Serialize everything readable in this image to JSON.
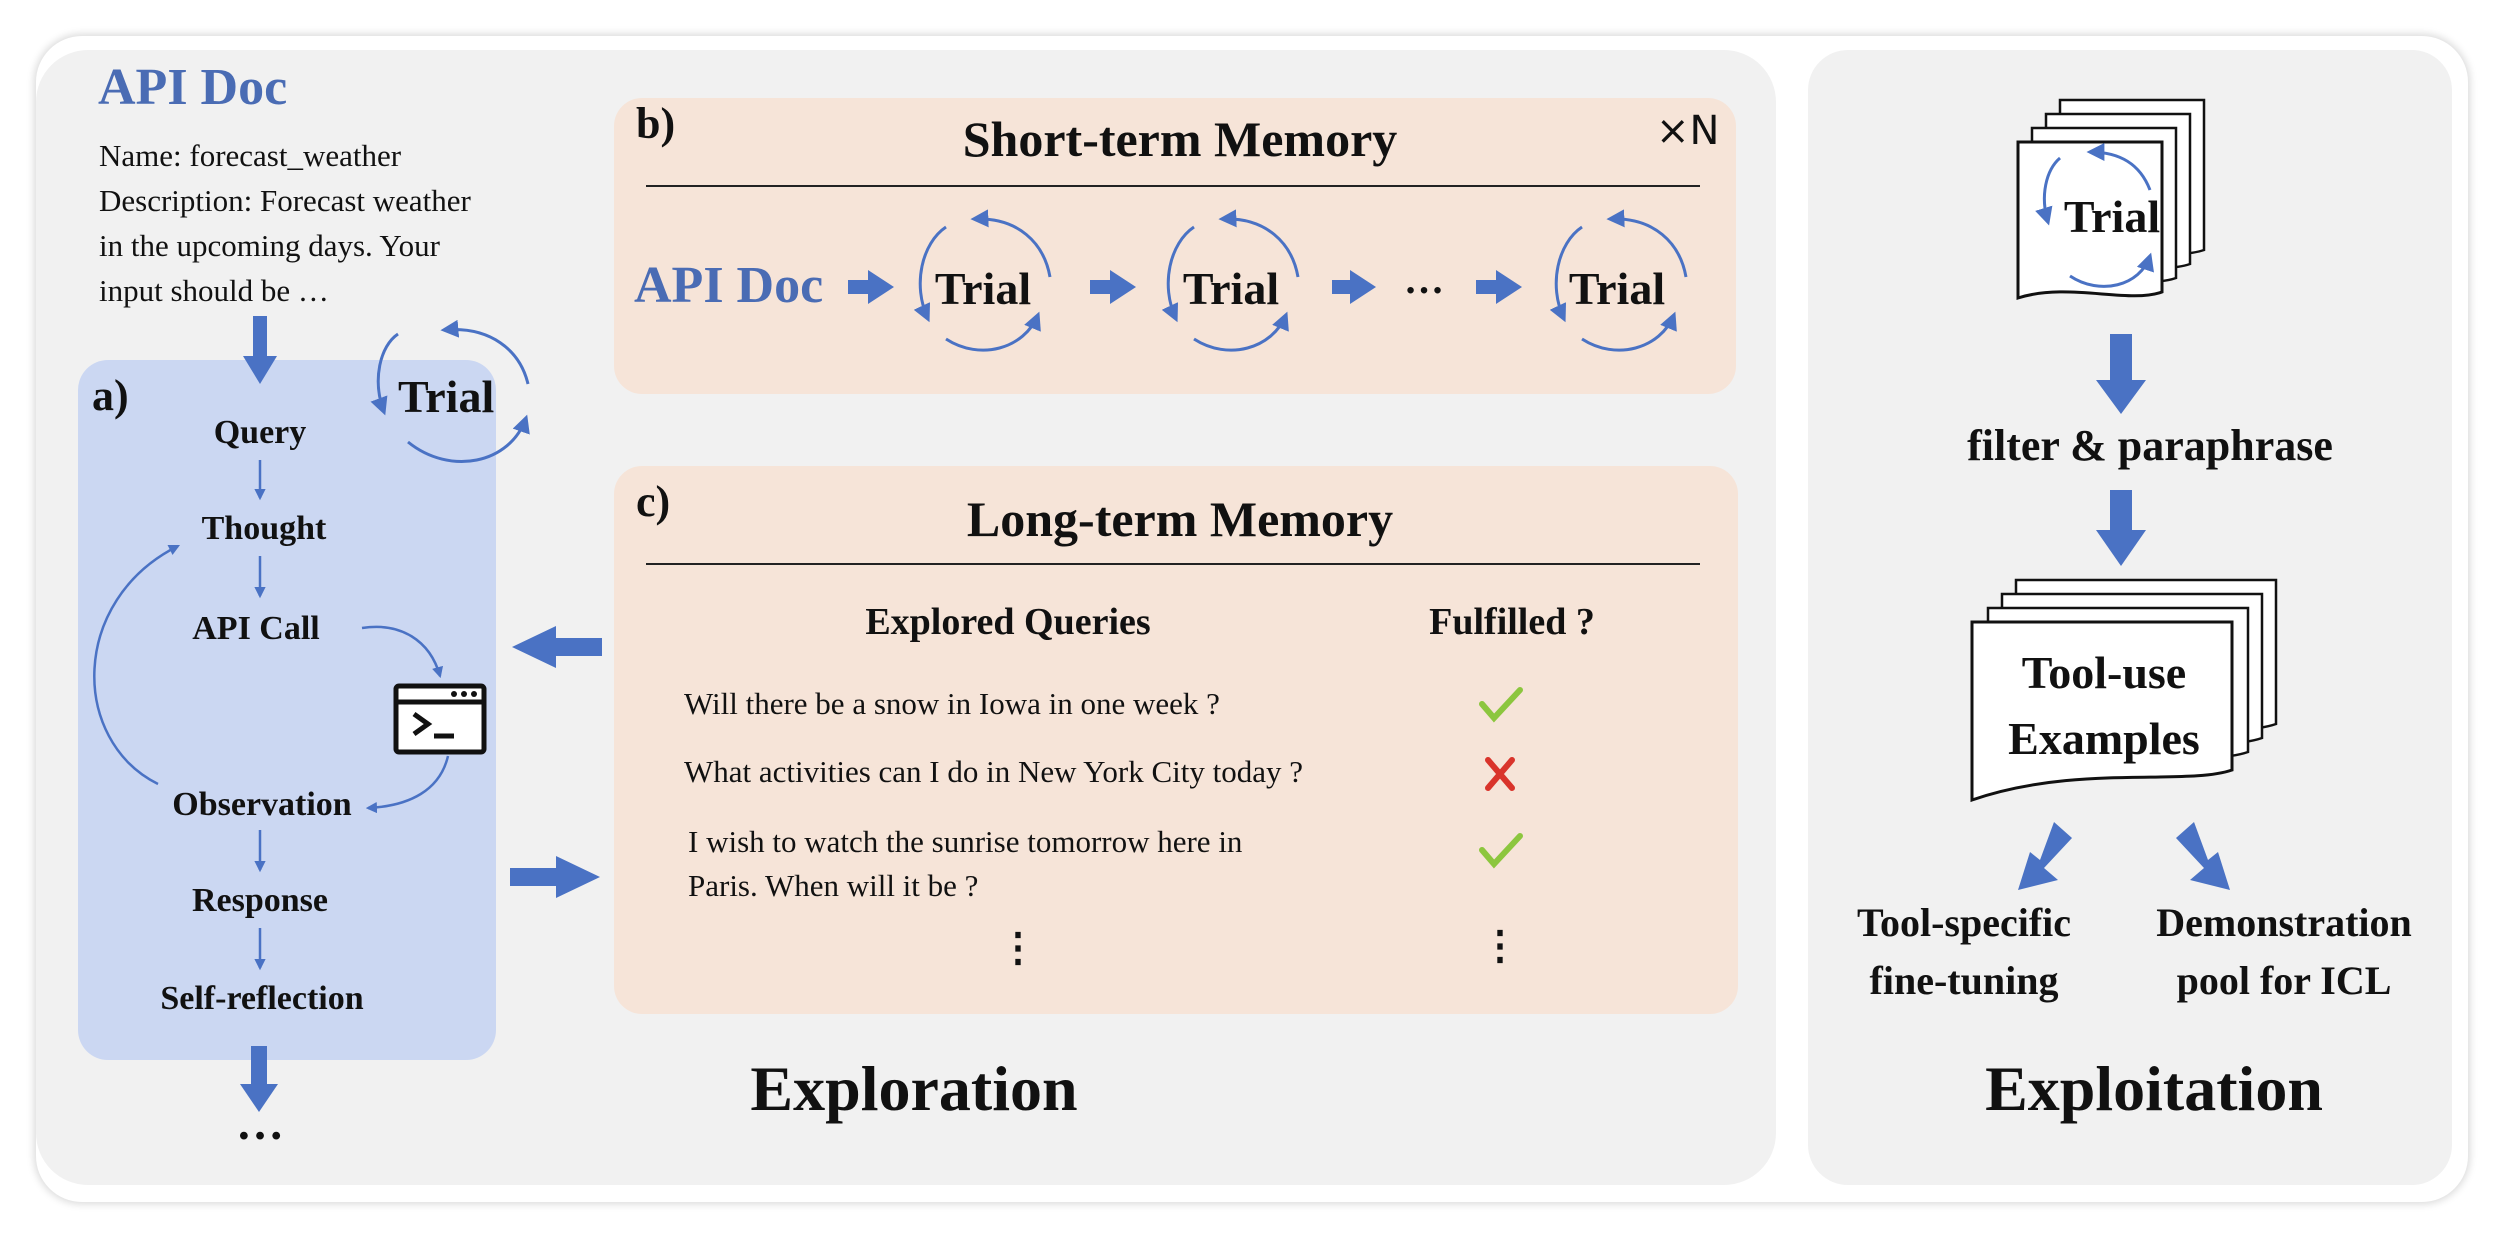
{
  "api_doc": {
    "title": "API Doc",
    "lines": [
      "Name: forecast_weather",
      "Description: Forecast weather",
      "in the upcoming days. Your",
      "input should be …"
    ]
  },
  "panel_a": {
    "label": "a)",
    "trial": "Trial",
    "steps": [
      "Query",
      "Thought",
      "API Call",
      "Observation",
      "Response",
      "Self-reflection"
    ],
    "ellipsis": "…",
    "icons": [
      "terminal-window-icon",
      "cycle-arrows-icon"
    ]
  },
  "panel_b": {
    "label": "b)",
    "title": "Short-term Memory",
    "repeat": "×N",
    "api_doc": "API Doc",
    "trial": "Trial",
    "ellipsis": "…"
  },
  "panel_c": {
    "label": "c)",
    "title": "Long-term Memory",
    "col_queries": "Explored Queries",
    "col_fulfilled": "Fulfilled ?",
    "rows": [
      {
        "query": [
          "Will there be a snow in Iowa in one week ?"
        ],
        "fulfilled": "check"
      },
      {
        "query": [
          "What activities can I do in New York City today ?"
        ],
        "fulfilled": "cross"
      },
      {
        "query": [
          "I wish to watch the sunrise tomorrow here in",
          "Paris. When will it be ?"
        ],
        "fulfilled": "check"
      }
    ],
    "vdots": "⋮"
  },
  "exploration_label": "Exploration",
  "exploitation": {
    "trial": "Trial",
    "step": "filter & paraphrase",
    "examples": [
      "Tool-use",
      "Examples"
    ],
    "out_left": [
      "Tool-specific",
      "fine-tuning"
    ],
    "out_right": [
      "Demonstration",
      "pool for ICL"
    ],
    "label": "Exploitation"
  },
  "colors": {
    "arrow_blue": "#4a72c4",
    "title_blue": "#4a6cb4",
    "box_a": "#cbd7f2",
    "memory_box": "#f6e4d8",
    "panel_bg": "#f1f1f1",
    "check_green": "#8cc63e",
    "cross_red": "#d9342b"
  }
}
